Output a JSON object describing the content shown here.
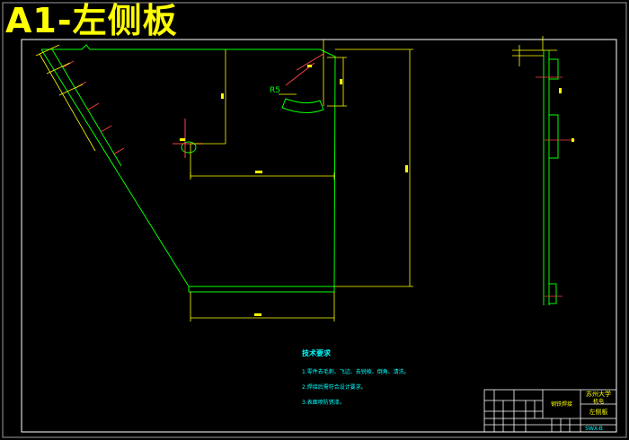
{
  "drawing": {
    "title": "A1-左侧板",
    "notes_heading": "技术要求",
    "notes": [
      "1.零件去毛刺、飞边、去锐棱、倒角、清洗。",
      "2.焊接后需符合设计要求。",
      "3.表面喷防锈漆。"
    ],
    "dimensions": {
      "radius": "R5",
      "bottom_width": "907",
      "mid_width": "907",
      "right_height": "1021"
    }
  },
  "title_block": {
    "company": "苏州大学",
    "school": "机电",
    "part_name": "左侧板",
    "label_design": "钢铁焊接",
    "drawing_no": "SWX-B"
  },
  "colors": {
    "background": "#000000",
    "border": "#ffffff",
    "outline": "#00ff00",
    "dimension": "#ffff00",
    "annotation": "#ff4040",
    "notes": "#00ffff"
  }
}
